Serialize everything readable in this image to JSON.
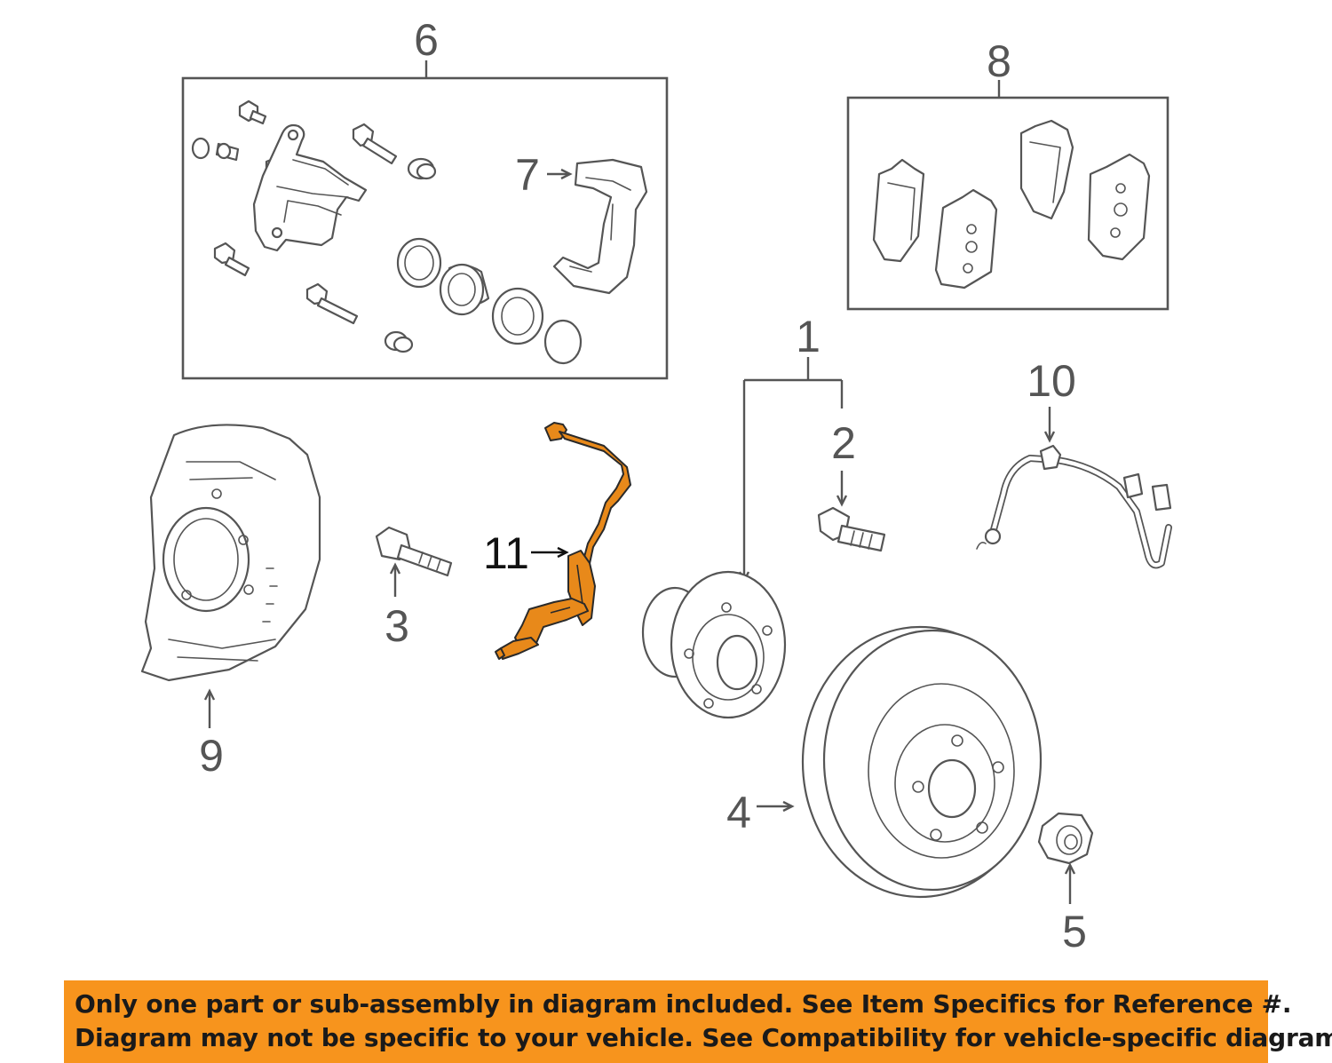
{
  "callouts": {
    "c1": "1",
    "c2": "2",
    "c3": "3",
    "c4": "4",
    "c5": "5",
    "c6": "6",
    "c7": "7",
    "c8": "8",
    "c9": "9",
    "c10": "10",
    "c11": "11"
  },
  "highlighted_part": "11",
  "colors": {
    "highlight": "#e8891a",
    "banner": "#f7941d",
    "line_art": "#555555"
  },
  "banner": {
    "line1": "Only one part or sub-assembly in diagram included. See Item Specifics for Reference #.",
    "line2": "Diagram may not be specific to your vehicle. See Compatibility for vehicle-specific diagrams."
  }
}
